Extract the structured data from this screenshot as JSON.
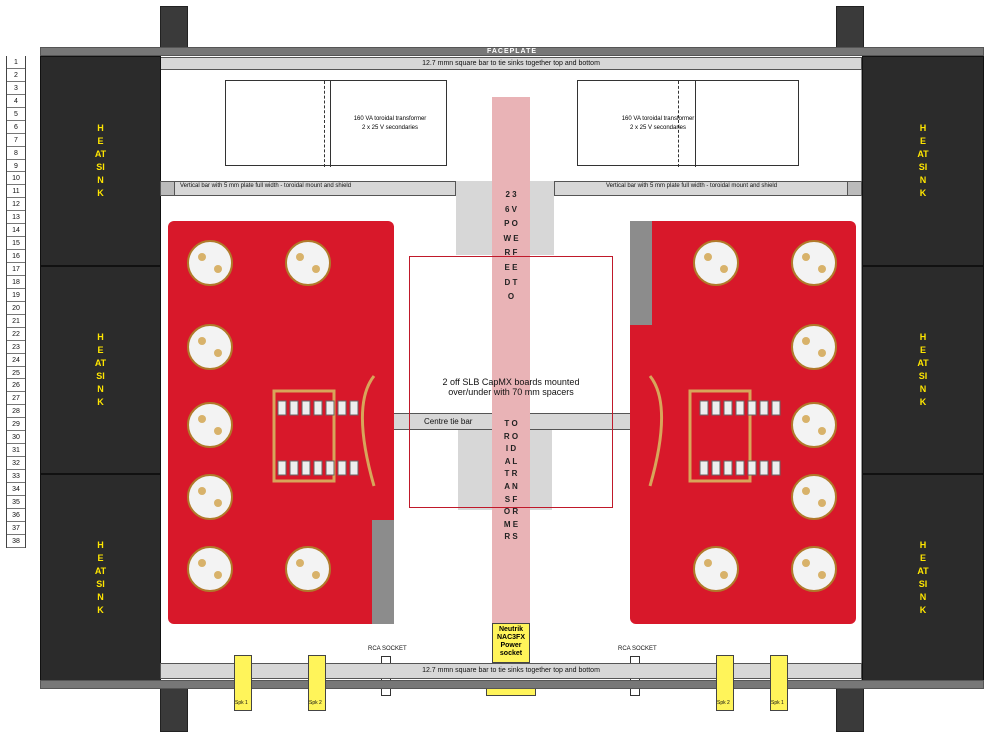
{
  "labels": {
    "faceplate": "FACEPLATE",
    "top_bar": "12.7 mmn square bar to tie sinks together top and bottom",
    "bottom_bar": "12.7 mmn square bar to tie sinks together top and bottom",
    "transformer_left": "160 VA toroidal transformer\n2 x 25 V secondaries",
    "transformer_right": "160 VA toroidal transformer\n2 x 25 V secondaries",
    "vertical_bar_left": "Vertical bar with 5 mm plate full width - toroidal mount and shield",
    "vertical_bar_right": "Vertical bar with 5 mm plate full width - toroidal mount and shield",
    "heatsink": "HEATSINK",
    "centre_tie_bar": "Centre tie bar",
    "capmx_note": "2 off SLB CapMX boards mounted over/under with 70 mm spacers",
    "power_feed_top": "2 3 6   V   P O W E R   F E E D   T O",
    "power_feed_bottom": "T O R O I D A L   T R A N S F O R M E R S",
    "neutrik": "Neutrik NAC3FX Power socket",
    "rca_left": "RCA SOCKET",
    "rca_right": "RCA SOCKET",
    "spk": [
      "Spk 1",
      "Spk 2",
      "Spk 2",
      "Spk 1"
    ]
  },
  "ruler": [
    "1",
    "2",
    "3",
    "4",
    "5",
    "6",
    "7",
    "8",
    "9",
    "10",
    "11",
    "12",
    "13",
    "14",
    "15",
    "16",
    "17",
    "18",
    "19",
    "20",
    "21",
    "22",
    "23",
    "24",
    "25",
    "26",
    "27",
    "28",
    "29",
    "30",
    "31",
    "32",
    "33",
    "34",
    "35",
    "36",
    "37",
    "38"
  ],
  "colors": {
    "pcb": "#d8182a",
    "heatsink": "#2b2b2b",
    "heatsink_text": "#ffe600",
    "feed_column": "#e9b3b6",
    "neutrik": "#fff45a"
  }
}
